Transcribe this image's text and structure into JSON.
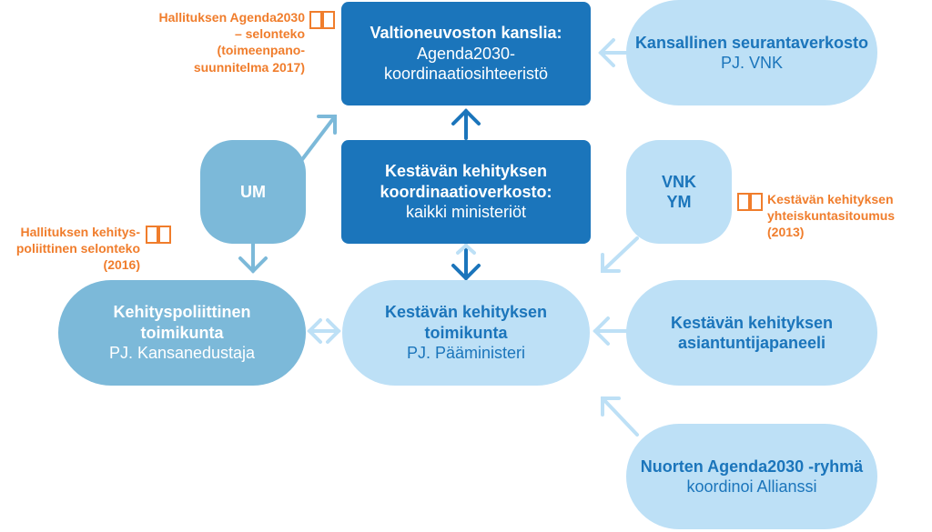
{
  "colors": {
    "dark_blue": "#1b75bb",
    "mid_blue": "#7cb9d9",
    "light_blue": "#bde0f6",
    "orange": "#f07d2c"
  },
  "nodes": {
    "vnk": {
      "title": "Valtioneuvoston kanslia:",
      "line2": "Agenda2030-",
      "line3": "koordinaatiosihteeristö"
    },
    "coord_network": {
      "title1": "Kestävän kehityksen",
      "title2": "koordinaatioverkosto:",
      "sub": "kaikki ministeriöt"
    },
    "monitoring": {
      "title": "Kansallinen seurantaverkosto",
      "sub": "PJ. VNK"
    },
    "um": {
      "title": "UM"
    },
    "vnk_ym": {
      "line1": "VNK",
      "line2": "YM"
    },
    "dev_committee": {
      "title1": "Kehityspoliittinen",
      "title2": "toimikunta",
      "sub": "PJ. Kansanedustaja"
    },
    "sd_committee": {
      "title1": "Kestävän kehityksen",
      "title2": "toimikunta",
      "sub": "PJ. Pääministeri"
    },
    "expert_panel": {
      "title1": "Kestävän kehityksen",
      "title2": "asiantuntijapaneeli"
    },
    "youth": {
      "title": "Nuorten Agenda2030 -ryhmä",
      "sub": "koordinoi Allianssi"
    }
  },
  "notes": {
    "agenda_report": [
      "Hallituksen Agenda2030",
      "– selonteko",
      "(toimeenpano-",
      "suunnitelma 2017)"
    ],
    "dev_report": [
      "Hallituksen kehitys-",
      "poliittinen selonteko",
      "(2016)"
    ],
    "commitment": [
      "Kestävän kehityksen",
      "yhteiskuntasitoumus",
      "(2013)"
    ]
  },
  "icons": [
    "book-icon"
  ]
}
